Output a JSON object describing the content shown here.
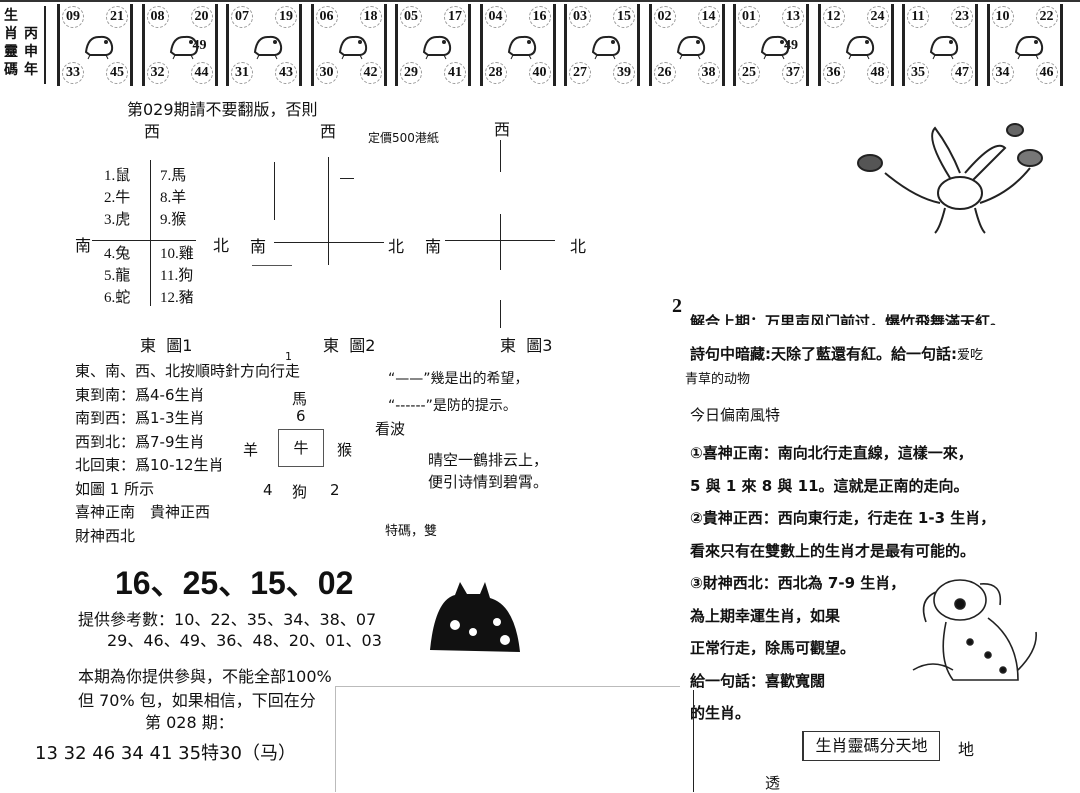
{
  "banner": {
    "title_left": "生肖靈碼",
    "title_right": "丙申年",
    "cells": [
      {
        "nums": [
          "09",
          "21",
          "33",
          "45"
        ],
        "extra": "",
        "icon": "rat-icon"
      },
      {
        "nums": [
          "08",
          "20",
          "32",
          "44"
        ],
        "extra": "49",
        "icon": "tiger-icon"
      },
      {
        "nums": [
          "07",
          "19",
          "31",
          "43"
        ],
        "extra": "",
        "icon": "rabbit-icon"
      },
      {
        "nums": [
          "06",
          "18",
          "30",
          "42"
        ],
        "extra": "",
        "icon": "dragon-icon"
      },
      {
        "nums": [
          "05",
          "17",
          "29",
          "41"
        ],
        "extra": "",
        "icon": "snake-icon"
      },
      {
        "nums": [
          "04",
          "16",
          "28",
          "40"
        ],
        "extra": "",
        "icon": "horse-icon"
      },
      {
        "nums": [
          "03",
          "15",
          "27",
          "39"
        ],
        "extra": "",
        "icon": "sheep-icon"
      },
      {
        "nums": [
          "02",
          "14",
          "26",
          "38"
        ],
        "extra": "",
        "icon": "monkey-icon"
      },
      {
        "nums": [
          "01",
          "13",
          "25",
          "37"
        ],
        "extra": "49",
        "icon": "rooster-icon"
      },
      {
        "nums": [
          "12",
          "24",
          "36",
          "48"
        ],
        "extra": "",
        "icon": "dog-icon"
      },
      {
        "nums": [
          "11",
          "23",
          "35",
          "47"
        ],
        "extra": "",
        "icon": "pig-icon"
      },
      {
        "nums": [
          "10",
          "22",
          "34",
          "46"
        ],
        "extra": "",
        "icon": "mouse-icon"
      }
    ]
  },
  "header": {
    "issue_notice": "第029期請不要翻版，否則",
    "price": "定價500港紙"
  },
  "compass": {
    "west": "西",
    "south": "南",
    "north": "北",
    "east": "東",
    "fig1": "圖1",
    "fig2": "圖2",
    "fig3": "圖3",
    "zodiac_left": [
      "1.鼠",
      "2.牛",
      "3.虎",
      "4.兔",
      "5.龍",
      "6.蛇"
    ],
    "zodiac_right": [
      "7.馬",
      "8.羊",
      "9.猴",
      "10.雞",
      "11.狗",
      "12.豬"
    ]
  },
  "rules": {
    "lines": [
      "東、南、西、北按順時針方向行走",
      "東到南：爲4-6生肖",
      "南到西：爲1-3生肖",
      "西到北：爲7-9生肖",
      "北回東：爲10-12生肖",
      "如圖 1 所示"
    ],
    "gods1": "喜神正南　貴神正西",
    "gods2": "財神西北",
    "mark1": "1"
  },
  "cross": {
    "top": "馬",
    "top_num": "6",
    "left": "羊",
    "center": "牛",
    "right": "猴",
    "bottom_left": "4",
    "bottom": "狗",
    "bottom_right": "2"
  },
  "hints": {
    "solid": "“——”幾是出的希望，",
    "dashed": "“------”是防的提示。",
    "wave": "看波",
    "poem1": "晴空一鶴排云上，",
    "poem2": "便引诗情到碧霄。",
    "special": "特碼，雙"
  },
  "picks": {
    "main": "16、25、15、02",
    "ref_label": "提供參考數：",
    "ref1": "10、22、35、34、38、07",
    "ref2": "29、46、49、36、48、20、01、03"
  },
  "notice": {
    "line1": "本期為你提供參與，不能全部100%",
    "line2": "但 70% 包，如果相信，下回在分",
    "prev_label": "第 028 期：",
    "prev_result": "13  32  46  34  41  35特30（马）"
  },
  "right": {
    "num": "2",
    "line0": "解合上期：万里声风门前过，爆竹飛舞滿天紅。",
    "hidden_label": "詩句中暗藏:",
    "hidden": "天除了藍還有紅",
    "hint_label": "。給一句話:",
    "hint": "爱吃",
    "hint2": "青草的动物",
    "heading": "今日偏南風特",
    "p": [
      "①喜神正南：南向北行走直線，這樣一來，",
      "5 與 1 來 8 與 11。這就是正南的走向。",
      "②貴神正西：西向東行走，行走在 1-3 生肖，",
      "看來只有在雙數上的生肖才是最有可能的。",
      "③財神西北：西北為 7-9 生肖，",
      "為上期幸運生肖，如果",
      "正常行走，除馬可觀望。",
      "給一句話：喜歡寬闊",
      "的生肖。"
    ],
    "box": "生肖靈碼分天地",
    "box_side": "地",
    "bottom": "透"
  }
}
